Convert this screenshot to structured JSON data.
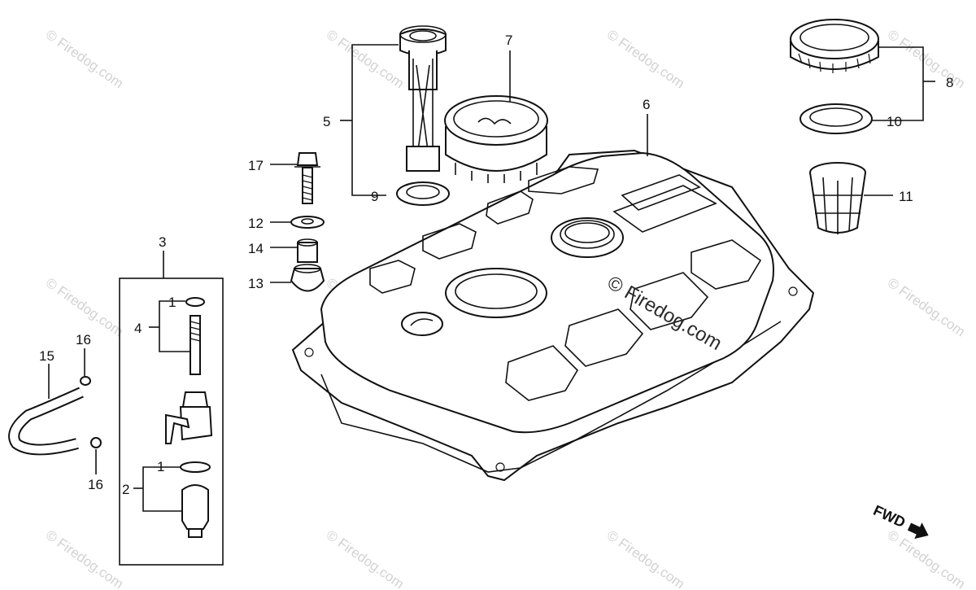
{
  "watermark": {
    "text": "© Firedog.com",
    "center_text": "© Firedog.com"
  },
  "callouts": [
    {
      "id": "c1a",
      "label": "1"
    },
    {
      "id": "c1b",
      "label": "1"
    },
    {
      "id": "c2",
      "label": "2"
    },
    {
      "id": "c3",
      "label": "3"
    },
    {
      "id": "c4",
      "label": "4"
    },
    {
      "id": "c5",
      "label": "5"
    },
    {
      "id": "c6",
      "label": "6"
    },
    {
      "id": "c7",
      "label": "7"
    },
    {
      "id": "c8",
      "label": "8"
    },
    {
      "id": "c9",
      "label": "9"
    },
    {
      "id": "c10",
      "label": "10"
    },
    {
      "id": "c11",
      "label": "11"
    },
    {
      "id": "c12",
      "label": "12"
    },
    {
      "id": "c13",
      "label": "13"
    },
    {
      "id": "c14",
      "label": "14"
    },
    {
      "id": "c15",
      "label": "15"
    },
    {
      "id": "c16a",
      "label": "16"
    },
    {
      "id": "c16b",
      "label": "16"
    },
    {
      "id": "c17",
      "label": "17"
    }
  ],
  "direction_marker": {
    "label": "FWD",
    "icon": "forward-arrow-icon"
  }
}
